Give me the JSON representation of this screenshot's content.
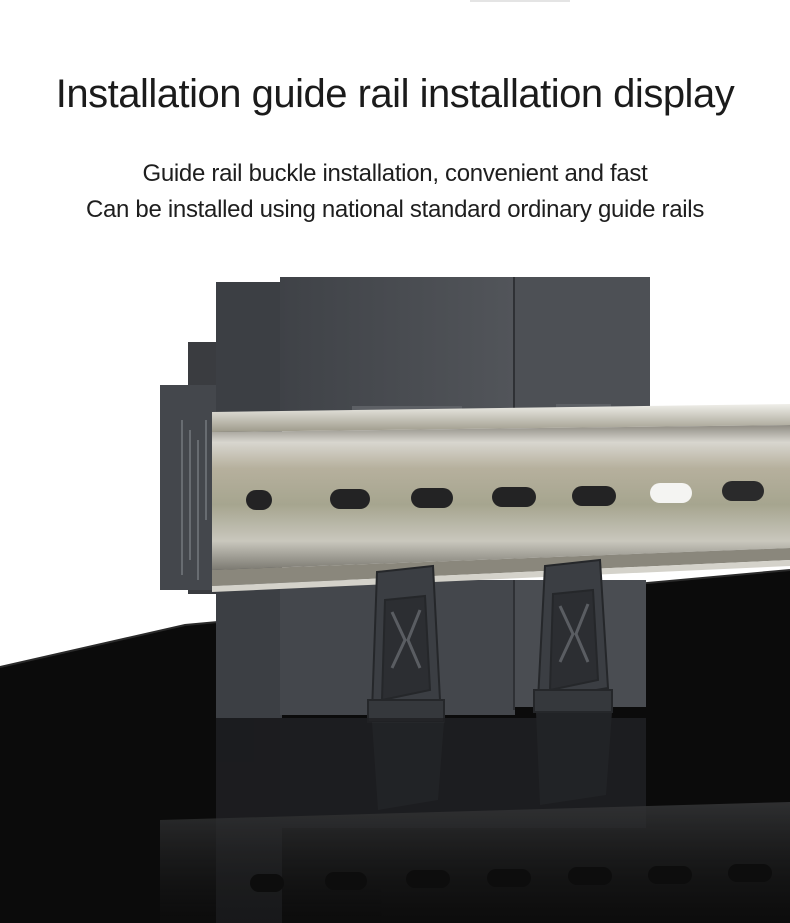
{
  "header": {
    "title": "Installation guide rail installation display",
    "subtitle_line1": "Guide rail buckle installation, convenient and fast",
    "subtitle_line2": "Can be installed using national standard ordinary guide rails"
  },
  "photo": {
    "subject": "din-rail-mounted-device",
    "colors": {
      "background": "#ffffff",
      "table": "#0a0a0a",
      "device_body": "#4a4d52",
      "rail_metal": "#a9a496",
      "clip": "#3c3f44"
    }
  }
}
